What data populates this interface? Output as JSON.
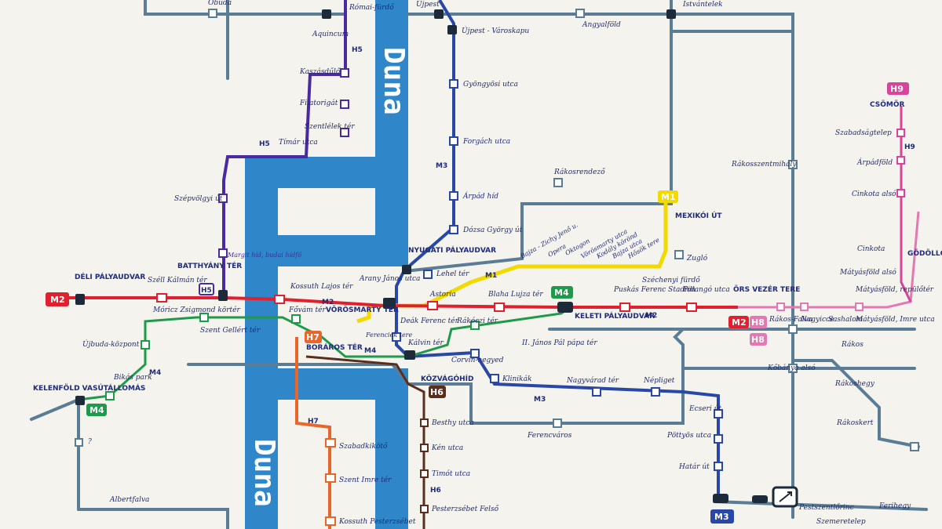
{
  "river": {
    "name": "Duna"
  },
  "colors": {
    "background": "#f4f3ee",
    "river": "#2f86c8",
    "M1": "#f2d900",
    "M2": "#e1202f",
    "M3": "#2847a6",
    "M4": "#1f9a4a",
    "H5": "#4a2aa0",
    "H6": "#5a2d1c",
    "H7": "#e8662a",
    "H8": "#e478b2",
    "H9": "#d9439a",
    "tram": "#5a7c95"
  },
  "badges": {
    "m2_west": "M2",
    "m2_east": "M2",
    "h5": "H5",
    "m4_west": "M4",
    "m4_east": "M4",
    "m1": "M1",
    "h7": "H7",
    "h6": "H6",
    "h8": "H8",
    "h8_alt": "H8",
    "h9": "H9",
    "m3": "M3",
    "m3_south": "M3",
    "h5_line": "H5",
    "h5_line_b": "H5",
    "h6_line": "H6",
    "h7_line": "H7",
    "h9_line": "H9",
    "m1_line": "M1",
    "m2_line": "M2",
    "m2_line_b": "M2",
    "m3_line": "M3",
    "m3_line_b": "M3",
    "m4_line": "M4",
    "m4_line_b": "M4"
  },
  "stations": {
    "obuda": "Óbuda",
    "romai_furdo": "Római-fürdő",
    "aquincum": "Aquincum",
    "kaszasdulo": "Kaszásdűlő",
    "filatorigat": "Filatorigát",
    "szentlelek_ter": "Szentlélek tér",
    "timar_utca": "Tímár utca",
    "szepvolgyi_ut": "Szépvölgyi út",
    "batthyany_ter": "BATTHYÁNY TÉR",
    "margit_hid": "Margit híd, budai hídfő",
    "ujpest": "Újpest",
    "ujpest_varoskapu": "Újpest - Városkapu",
    "angyalfold": "Angyalföld",
    "istvantelek": "Istvántelek",
    "gyongyosi_utca": "Gyöngyösi utca",
    "forgach_utca": "Forgách utca",
    "arpad_hid": "Árpád híd",
    "dozsa_gyorgy_ut": "Dózsa György út",
    "nyugati": "NYUGATI PÁLYAUDVAR",
    "lehel_ter": "Lehel tér",
    "rakosrendezo": "Rákosrendező",
    "rakosszentmihaly": "Rákosszentmihály",
    "mexikoi_ut": "MEXIKÓI ÚT",
    "bajza_zichy": "Bajza - Zichy Jenő u.",
    "opera": "Opera",
    "oktogon": "Oktogon",
    "vorosmarty_utca": "Vörösmarty utca",
    "kodaly_korond": "Kodály körönd",
    "bajza_utca": "Bajza utca",
    "hosok_tere": "Hősök tere",
    "szechenyi_furdo": "Széchenyi fürdő",
    "zuglo": "Zugló",
    "deli": "DÉLI PÁLYAUDVAR",
    "szell_kalman_ter": "Széll Kálmán tér",
    "kossuth_lajos_ter": "Kossuth Lajos tér",
    "arany_janos_utca": "Arany János utca",
    "deak_ferenc_ter": "Deák Ferenc tér",
    "vorosmarty_ter": "VÖRÖSMARTY TÉR",
    "astoria": "Astoria",
    "blaha_lujza_ter": "Blaha Lujza tér",
    "keleti": "KELETI PÁLYAUDVAR",
    "puskas_ferenc_stadion": "Puskás Ferenc Stadion",
    "pillango_utca": "Pillangó utca",
    "ors_vezer_tere": "ÖRS VEZÉR TERE",
    "moricz_zsigmond": "Móricz Zsigmond körtér",
    "fovam_ter": "Fővám tér",
    "szent_gellert_ter": "Szent Gellért tér",
    "ferenciek_tere": "Ferenciek tere",
    "kalvin_ter": "Kálvin tér",
    "rakoczi_ter": "Rákóczi tér",
    "ii_janos_pal_papa_ter": "II. János Pál pápa tér",
    "boraros_ter": "BORÁROS TÉR",
    "corvin_negyed": "Corvin-negyed",
    "klinikak": "Klinikák",
    "nagyvarad_ter": "Nagyvárad tér",
    "nepliget": "Népliget",
    "ujbuda_kozpont": "Újbuda-központ",
    "bikas_park": "Bikás park",
    "kelenfold": "KELENFÖLD VASÚTÁLLOMÁS",
    "kozvagohid": "KÖZVÁGÓHÍD",
    "ferencvaros": "Ferencváros",
    "bethy_utca": "Besthy utca",
    "kén_utca": "Kén utca",
    "timot_utca": "Timót utca",
    "pesterzsebet_felso": "Pesterzsébet Felső",
    "szabadkikoto": "Szabadkikötő",
    "szent_imre_ter": "Szent Imre tér",
    "kossuth_pesterzsebet": "Kossuth Pesterzsébet",
    "albertfalva": "Albertfalva",
    "kobanya_also": "Kőbánya alsó",
    "ecseri_ut": "Ecseri út",
    "pottyos_utca": "Pöttyös utca",
    "hatar_ut": "Határ út",
    "pestszentlorinc": "Pestszentlőrinc",
    "szemeretelep": "Szemeretelep",
    "ferihegy": "Ferihegy",
    "nagyicce": "Nagyicce",
    "sashalom": "Sashalom",
    "matyasfold_repuloter": "Mátyásföld, repülőtér",
    "matyasfold_imre_utca": "Mátyásföld, Imre utca",
    "matyasfold_also": "Mátyásföld alsó",
    "cinkota": "Cinkota",
    "godollo": "GÖDÖLLŐ",
    "cinkota_alsó": "Cinkota alsó",
    "arpadfold": "Árpádföld",
    "szabadsagtelep": "Szabadságtelep",
    "csomor": "CSÖMÖR",
    "rakos": "Rákos",
    "rakoshegy": "Rákoshegy",
    "rakoskert": "Rákoskert",
    "rakos_falva": "Rákos-Falva",
    "unknown": "?"
  }
}
